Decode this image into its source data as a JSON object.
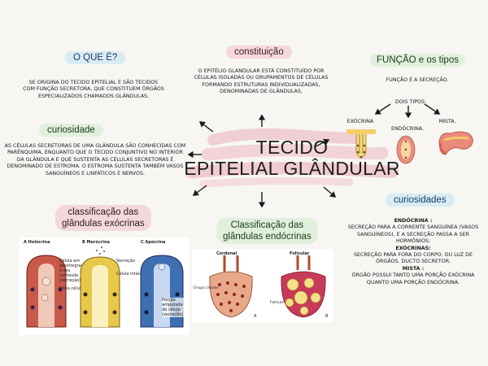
{
  "center": {
    "line1": "TECIDO",
    "line2": "EPITELIAL GLÂNDULAR"
  },
  "o_que_e": {
    "title": "O QUE É?",
    "text": "SE ORIGINA DO TECIDO EPITELIAL E SÃO TECIDOS COM FUNÇÃO SECRETORA, QUE CONSTITUEM ÓRGÃOS ESPECIALIZADOS CHAMADOS GLÂNDULAS."
  },
  "constituicao": {
    "title": "constituição",
    "text": "O EPITÉLIO GLANDULAR ESTÁ CONSTITUÍDO POR CÉLULAS ISOLADAS OU GRUPAMENTOS DE CÉLULAS FORMANDO ESTRUTURAS INDIVIDUALIZADAS, DENOMINADAS DE GLÂNDULAS,"
  },
  "funcao": {
    "title": "FUNÇÃO e os tipos",
    "text": "FUNÇÃO É A SECREÇÃO.",
    "dois_tipos": "DOIS TIPOS:",
    "tipos": [
      "EXÓCRINA",
      "ENDÓCRINA.",
      "MISTA."
    ]
  },
  "curiosidade": {
    "title": "curiosidade",
    "text": "AS CÉLULAS SECRETORAS DE UMA GLÂNDULA SÃO CONHECIDAS COM PARÊNQUIMA, ENQUANTO QUE O TECIDO CONJUNTIVO NO INTERIOR DA GLÂNDULA E QUE SUSTENTA AS CÉLULAS SECRETORAS É DENOMINADO DE ESTROMA. O ESTROMA SUSTENTA TAMBÉM VASOS SANGUÍNEOS E LINFÁTICOS E NERVOS."
  },
  "classificacao_exo": {
    "title_line1": "classificação das",
    "title_line2": "glândulas exócrinas",
    "panels": [
      "A  Holócrina",
      "B  Merócrina",
      "C  Apócrina"
    ],
    "annotations": [
      "Célula em desintegração e seu conteúdo (secreção)",
      "Nova célula",
      "Secreção",
      "Célula intacta",
      "Porção amputada da célula (secreção)"
    ]
  },
  "classificacao_endo": {
    "title_line1": "Classificação das",
    "title_line2": "glândulas endócrinas",
    "panels": [
      "Cordonal",
      "Folicular"
    ],
    "annotations": [
      "Grupo celular",
      "Folículo",
      "A",
      "B"
    ]
  },
  "curiosidades": {
    "title": "curiosidades",
    "endocrina_label": "ENDÓCRINA :",
    "endocrina_text": "SECREÇÃO PARA A CORRENTE SANGUÍNEA (VASOS SANGUÍNEOS), E A SECREÇÃO PASSA A SER HORMÔNIOS;",
    "exocrina_label": "EXÓCRINAS:",
    "exocrina_text": "SECREÇÃO PARA FORA DO CORPO. OU LUZ DE ÓRGÃOS. DUCTO SECRETOR.",
    "mista_label": "MISTA :",
    "mista_text": "ÓRGÃO POSSUI TANTO UMA PORÇÃO EXÓCRINA QUANTO UMA PORÇÃO ENDÓCRINA."
  },
  "colors": {
    "blue_pill": "#d8ecf4",
    "pink_pill": "#f3d9dd",
    "green_pill": "#e1f0dc",
    "center_stroke": "#eec9cf"
  }
}
